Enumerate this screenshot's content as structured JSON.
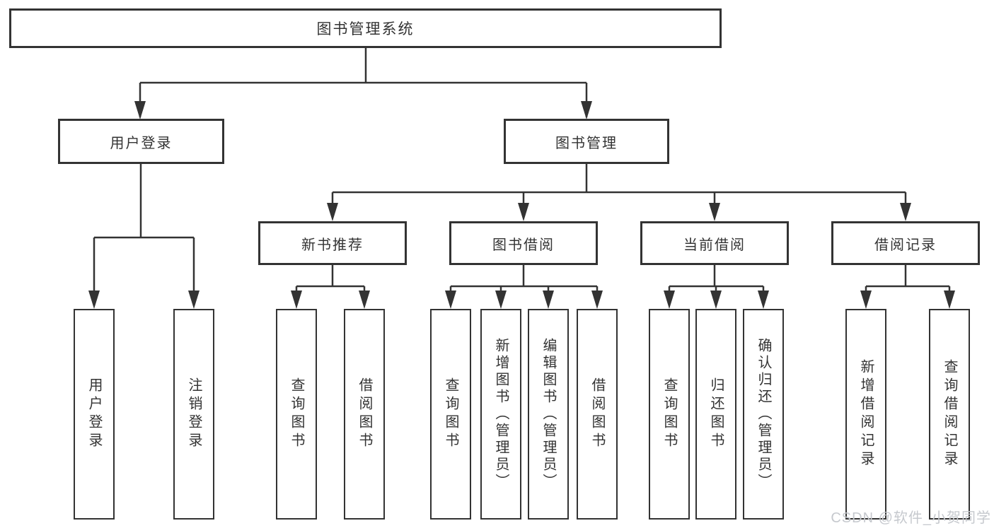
{
  "diagram_title": "图书管理系统",
  "colors": {
    "line": "#333333",
    "box_border": "#333333",
    "box_fill": "#ffffff",
    "text": "#333333",
    "watermark": "#c6c9ce",
    "background": "#ffffff"
  },
  "tree": {
    "root": {
      "label": "图书管理系统",
      "children": [
        {
          "label": "用户登录",
          "children": [
            {
              "label": "用户登录"
            },
            {
              "label": "注销登录"
            }
          ]
        },
        {
          "label": "图书管理",
          "children": [
            {
              "label": "新书推荐",
              "children": [
                {
                  "label": "查询图书"
                },
                {
                  "label": "借阅图书"
                }
              ]
            },
            {
              "label": "图书借阅",
              "children": [
                {
                  "label": "查询图书"
                },
                {
                  "label": "新增图书（管理员）"
                },
                {
                  "label": "编辑图书（管理员）"
                },
                {
                  "label": "借阅图书"
                }
              ]
            },
            {
              "label": "当前借阅",
              "children": [
                {
                  "label": "查询图书"
                },
                {
                  "label": "归还图书"
                },
                {
                  "label": "确认归还（管理员）"
                }
              ]
            },
            {
              "label": "借阅记录",
              "children": [
                {
                  "label": "新增借阅记录"
                },
                {
                  "label": "查询借阅记录"
                }
              ]
            }
          ]
        }
      ]
    }
  },
  "watermark": {
    "text": "CSDN @软件_小贺同学"
  }
}
